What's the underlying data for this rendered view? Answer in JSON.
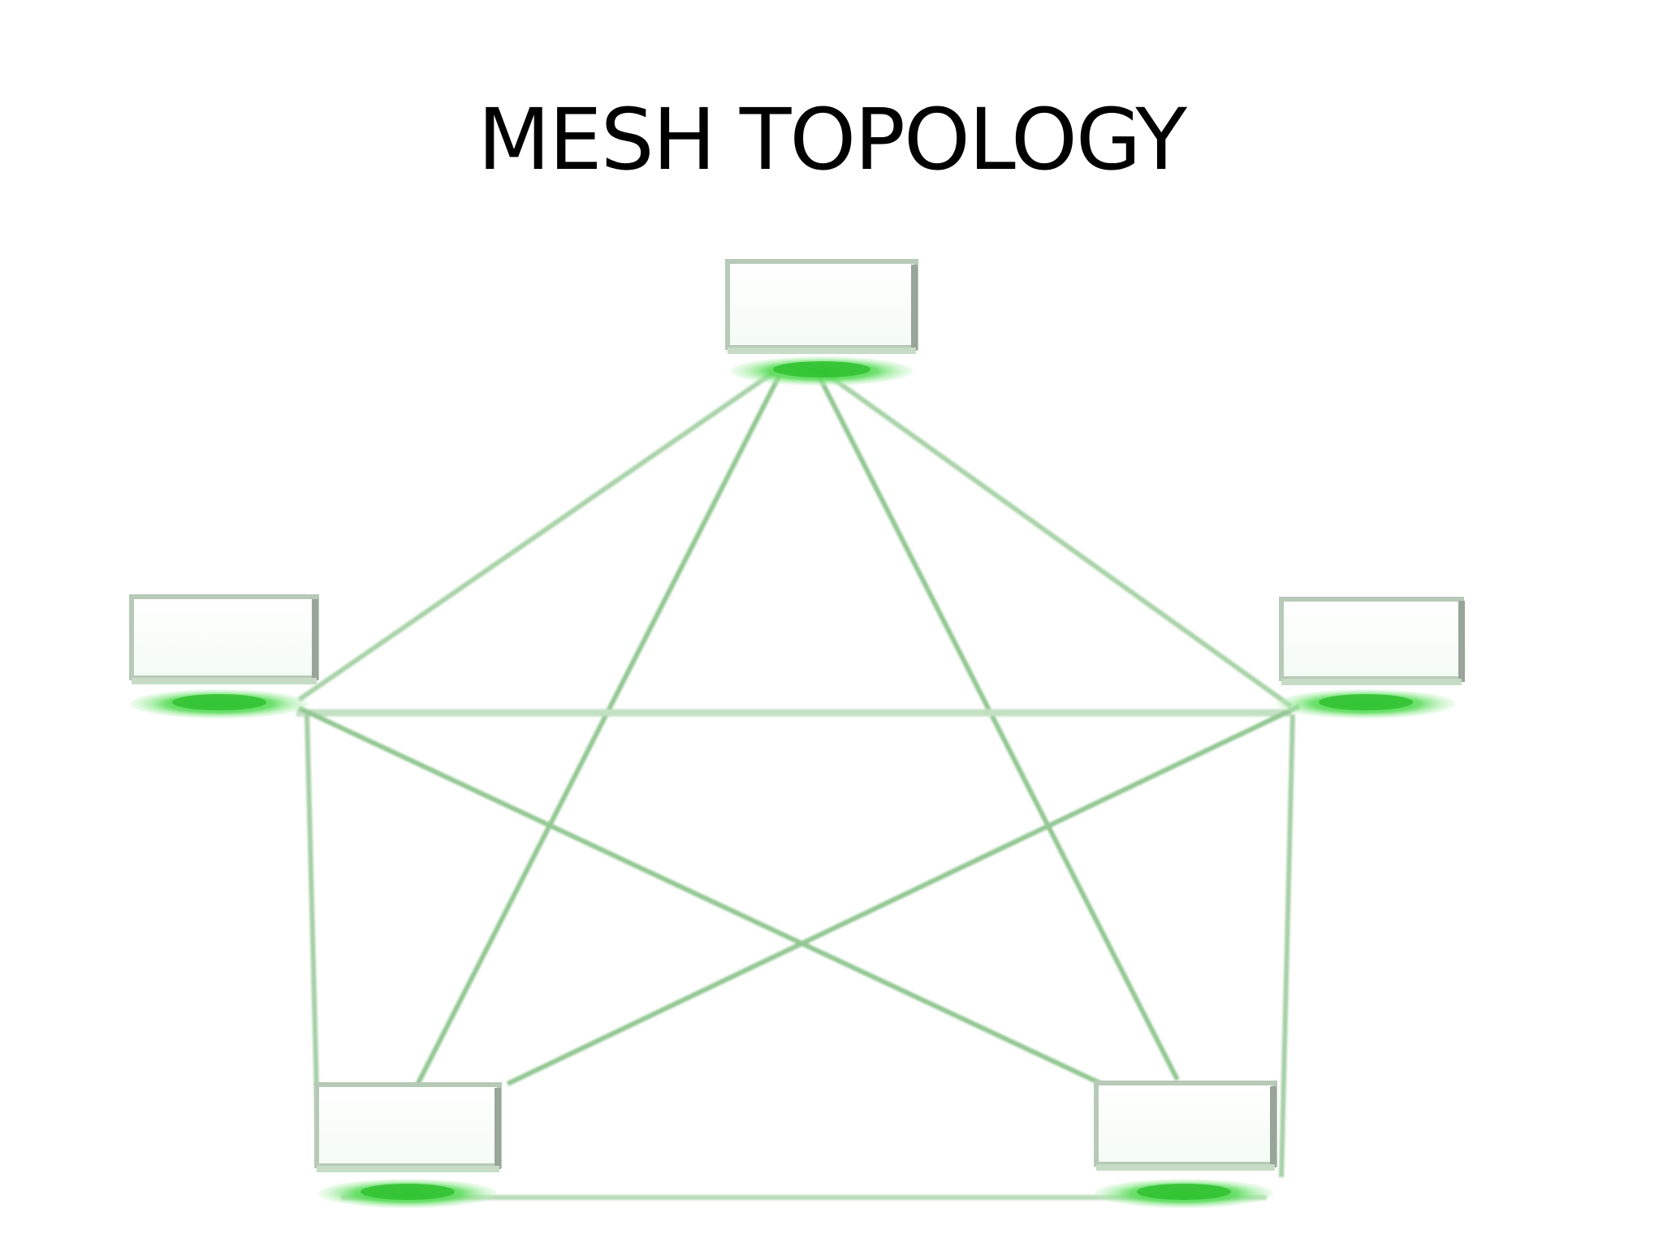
{
  "title": "MESH TOPOLOGY",
  "diagram": {
    "type": "full-mesh",
    "node_count": 5,
    "node_icon": "computer-monitor-icon",
    "link_color": "#9fcf9f",
    "node_glow_color": "#42c842"
  }
}
